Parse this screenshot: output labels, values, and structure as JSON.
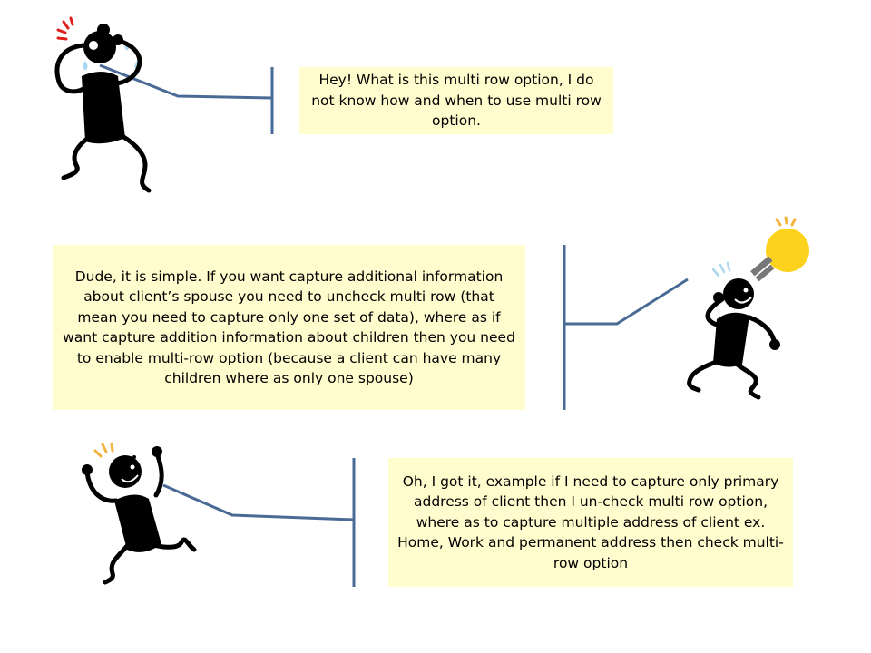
{
  "colors": {
    "bubble_fill": "#fffcce",
    "connector_line": "#4a6a96",
    "figure": "#000000",
    "bulb": "#fdd21c",
    "bulb_base": "#777777",
    "alarm_marks": "#e0201a",
    "idea_marks": "#f2b33d",
    "tear_drops": "#a9d7ef"
  },
  "dialogue": [
    {
      "speaker_icon": "worried-stick-figure-icon",
      "text": "Hey! What is this multi row option, I do not know how and when to use multi row option."
    },
    {
      "speaker_icon": "lightbulb-idea-stick-figure-icon",
      "text": "Dude, it is simple. If you want capture additional information about client’s spouse you need to uncheck multi row (that mean you need to capture only one set of data), where as if want capture addition information about children then you need to enable multi-row option (because a client can have many children where as only one spouse)"
    },
    {
      "speaker_icon": "excited-stick-figure-icon",
      "text": "Oh, I got it, example if I need to capture only primary address of client then I un-check multi row option, where as to capture multiple address of client ex. Home, Work and permanent address then check multi-row option"
    }
  ]
}
